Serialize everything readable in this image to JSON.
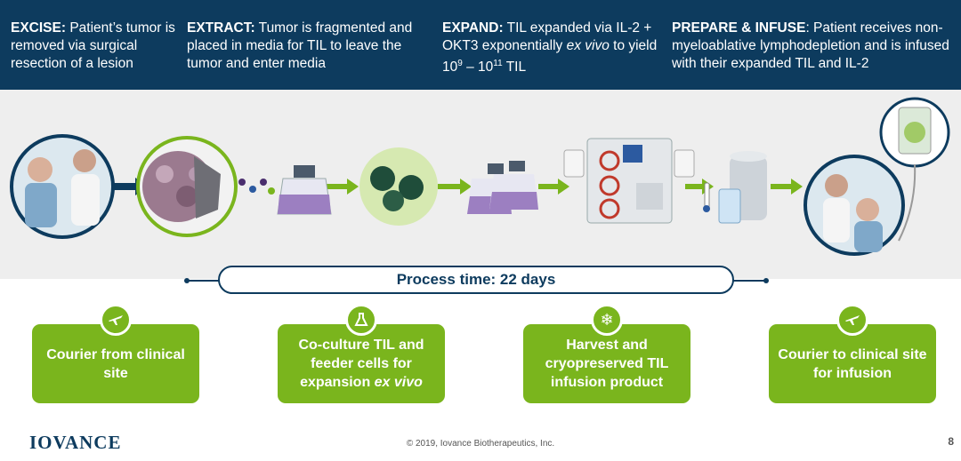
{
  "header": {
    "steps": [
      {
        "title": "EXCISE:",
        "text": "Patient’s tumor is removed via surgical resection of a lesion"
      },
      {
        "title": "EXTRACT:",
        "text": "Tumor is fragmented and placed in media for TIL to leave the tumor and enter media"
      },
      {
        "title": "EXPAND:",
        "text_a": "TIL expanded via IL-2 + OKT3 exponentially ",
        "text_em": "ex vivo",
        "text_b": " to yield 10",
        "sup1": "9",
        "text_c": " – 10",
        "sup2": "11",
        "text_d": " TIL"
      },
      {
        "title": "PREPARE & INFUSE",
        "text": ": Patient receives non-myeloablative lymphodepletion and is infused with their expanded TIL and IL-2"
      }
    ]
  },
  "process": {
    "label": "Process time: 22 days"
  },
  "cards": [
    {
      "label": "Courier from clinical site",
      "icon": "airplane-icon"
    },
    {
      "label_a": "Co-culture TIL and feeder cells for expansion ",
      "label_em": "ex vivo",
      "icon": "flask-icon"
    },
    {
      "label": "Harvest and cryopreserved TIL infusion product",
      "icon": "snowflake-icon"
    },
    {
      "label": "Courier to clinical site for infusion",
      "icon": "airplane-icon"
    }
  ],
  "footer": {
    "copyright": "© 2019, Iovance Biotherapeutics, Inc.",
    "page": "8",
    "logo": "IOVANCE"
  },
  "colors": {
    "navy": "#0d3b5e",
    "green": "#7ab51d",
    "band": "#eeeeee"
  }
}
